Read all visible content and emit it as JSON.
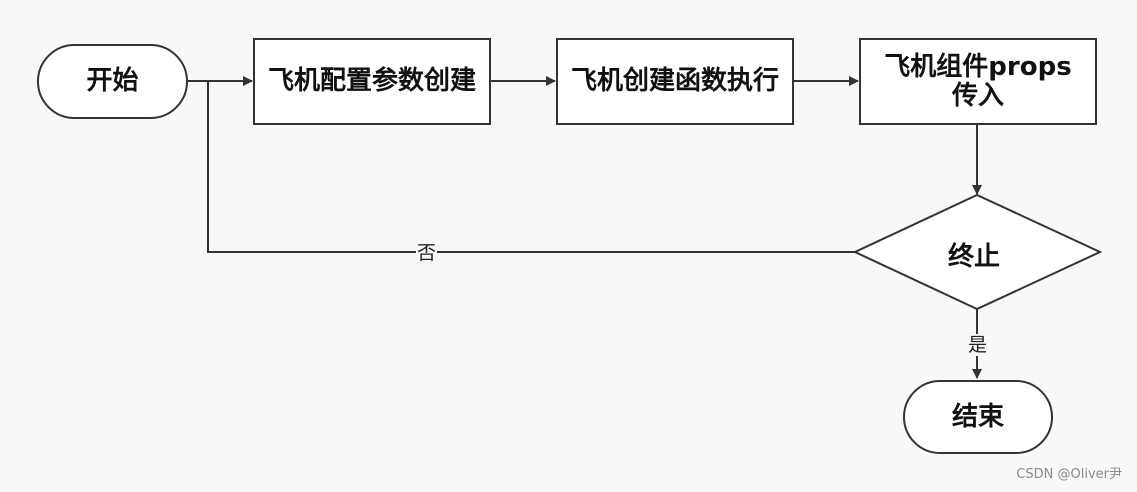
{
  "nodes": {
    "start": "开始",
    "config": "飞机配置参数创建",
    "create": "飞机创建函数执行",
    "props": "飞机组件props传入",
    "decision": "终止",
    "end": "结束"
  },
  "edge_labels": {
    "no": "否",
    "yes": "是"
  },
  "watermark": "CSDN @Oliver尹"
}
